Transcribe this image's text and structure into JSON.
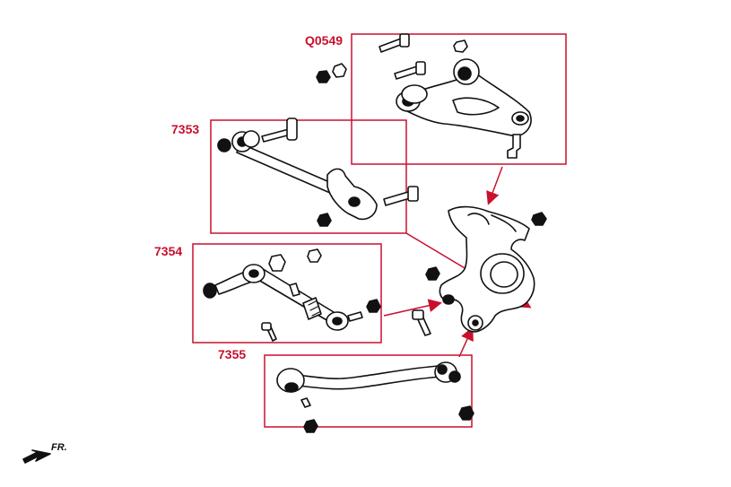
{
  "labels": {
    "upper_arm": "Q0549",
    "trailing_arm": "7353",
    "toe_arm": "7354",
    "lower_arm": "7355",
    "front": "FR."
  },
  "colors": {
    "callout": "#c8102e",
    "line_art": "#111111",
    "background": "#ffffff"
  },
  "icons": {
    "front_direction": "arrow-left-down-icon"
  }
}
